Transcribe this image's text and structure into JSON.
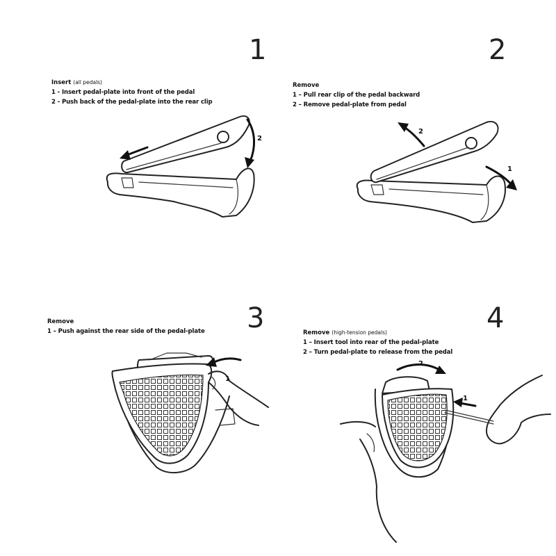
{
  "steps": [
    {
      "number": "1",
      "heading": "Insert",
      "heading_note": "(all pedals)",
      "lines": [
        "1 - Insert pedal-plate into front of the pedal",
        "2 - Push back of the pedal-plate into the rear clip"
      ],
      "arrow_labels": [
        "2"
      ]
    },
    {
      "number": "2",
      "heading": "Remove",
      "heading_note": "",
      "lines": [
        "1 – Pull rear clip of the pedal backward",
        "2 – Remove pedal-plate from pedal"
      ],
      "arrow_labels": [
        "2",
        "1"
      ]
    },
    {
      "number": "3",
      "heading": "Remove",
      "heading_note": "",
      "lines": [
        "1 – Push against the rear side of the pedal-plate"
      ],
      "arrow_labels": [
        "1"
      ]
    },
    {
      "number": "4",
      "heading": "Remove",
      "heading_note": "(high-tension pedals)",
      "lines": [
        "1 – Insert tool into rear of the pedal-plate",
        "2 – Turn pedal-plate to release from the pedal"
      ],
      "arrow_labels": [
        "2",
        "1"
      ]
    }
  ]
}
